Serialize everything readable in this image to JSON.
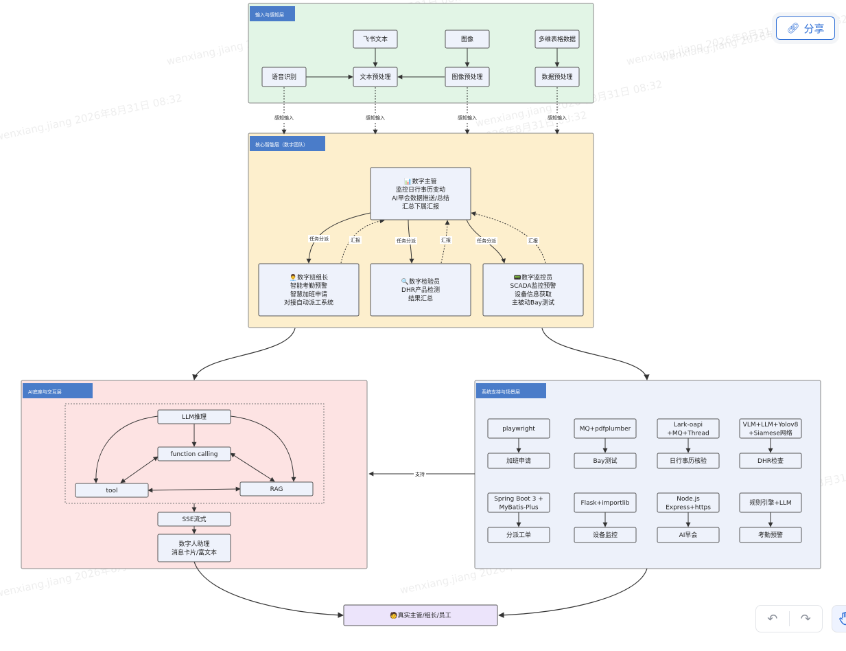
{
  "watermark": "wenxiang.jiang 2026年8月31日 08:32",
  "toolbar": {
    "share_label": "分享",
    "share_icon": "link-icon",
    "undo_icon": "undo-icon",
    "redo_icon": "redo-icon",
    "hand_icon": "hand-icon"
  },
  "colors": {
    "input_layer": "#e2f5e6",
    "core_layer": "#fdefcd",
    "ai_layer": "#fde3e3",
    "sys_layer": "#edf1fa",
    "user_node": "#ece4fb",
    "badge": "#4a7cc9"
  },
  "layers": {
    "input": "输入与感知层",
    "core": "核心智能层（数字团队）",
    "ai": "AI底座与交互层",
    "system": "系统支持与场景层"
  },
  "input_nodes": {
    "feishu_text": "飞书文本",
    "image": "图像",
    "table_data": "多维表格数据",
    "speech": "语音识别",
    "text_pre": "文本预处理",
    "image_pre": "图像预处理",
    "data_pre": "数据预处理"
  },
  "edge_labels": {
    "perception": "感知输入",
    "dispatch": "任务分派",
    "report": "汇报",
    "support": "支持"
  },
  "core_nodes": {
    "manager": [
      "📊数字主管",
      "监控日行事历变动",
      "AI早会数据推送/总结",
      "汇总下属汇报"
    ],
    "leader": [
      "👨‍💼数字班组长",
      "智能考勤预警",
      "智慧加班申请",
      "对接自动派工系统"
    ],
    "inspector": [
      "🔍数字检验员",
      "DHR产品检测",
      "结果汇总"
    ],
    "monitor": [
      "📟数字监控员",
      "SCADA监控预警",
      "设备信息获取",
      "主被动Bay测试"
    ]
  },
  "ai_nodes": {
    "llm": "LLM推理",
    "function_calling": "function calling",
    "tool": "tool",
    "rag": "RAG",
    "sse": "SSE流式",
    "human": [
      "数字人助理",
      "消息卡片/富文本"
    ]
  },
  "sys_nodes": {
    "playwright": "playwright",
    "mq_pdf": "MQ+pdfplumber",
    "lark": [
      "Lark-oapi",
      "+MQ+Thread"
    ],
    "vlm": [
      "VLM+LLM+Yolov8",
      "+Siamese网络"
    ],
    "overtime": "加班申请",
    "bay": "Bay测试",
    "calendar": "日行事历核验",
    "dhr": "DHR检查",
    "spring": [
      "Spring Boot 3 +",
      "MyBatis-Plus"
    ],
    "flask": "Flask+importlib",
    "node": [
      "Node.js",
      "Express+https"
    ],
    "rules": "规则引擎+LLM",
    "workorder": "分派工单",
    "device": "设备监控",
    "ai_morning": "AI早会",
    "attendance": "考勤预警"
  },
  "user_node": "🧑真实主管/组长/员工"
}
